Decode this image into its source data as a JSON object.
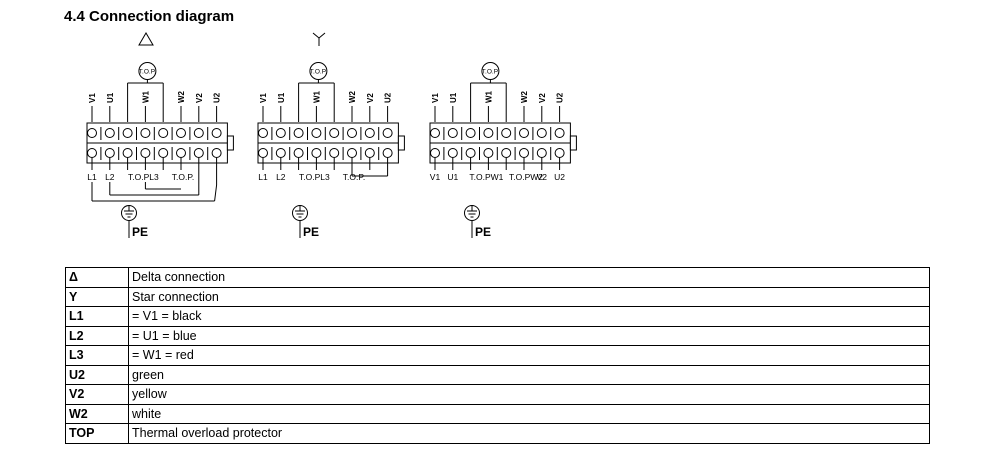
{
  "title": "4.4 Connection diagram",
  "diagrams": [
    {
      "symbol": "delta",
      "symbol_glyph": "△",
      "protector_label": "T.O.P.",
      "top_labels": [
        "V1",
        "U1",
        "W1",
        "W2",
        "V2",
        "U2"
      ],
      "bottom_labels": [
        "L1",
        "L2",
        "T.O.PL3",
        "T.O.P."
      ],
      "ground_label": "PE"
    },
    {
      "symbol": "star",
      "symbol_glyph": "⅄",
      "protector_label": "T.O.P.",
      "top_labels": [
        "V1",
        "U1",
        "W1",
        "W2",
        "V2",
        "U2"
      ],
      "bottom_labels": [
        "L1",
        "L2",
        "T.O.PL3",
        "T.O.P."
      ],
      "ground_label": "PE"
    },
    {
      "symbol": "none",
      "symbol_glyph": "",
      "protector_label": "T.O.P.",
      "top_labels": [
        "V1",
        "U1",
        "W1",
        "W2",
        "V2",
        "U2"
      ],
      "bottom_labels": [
        "V1",
        "U1",
        "T.O.PW1",
        "T.O.PW2",
        "V2",
        "U2"
      ],
      "ground_label": "PE"
    }
  ],
  "legend": [
    {
      "key": "Δ",
      "value": "Delta connection"
    },
    {
      "key": "Y",
      "value": "Star connection"
    },
    {
      "key": "L1",
      "value": "= V1 = black"
    },
    {
      "key": "L2",
      "value": "= U1 = blue"
    },
    {
      "key": "L3",
      "value": "= W1 = red"
    },
    {
      "key": "U2",
      "value": "green"
    },
    {
      "key": "V2",
      "value": "yellow"
    },
    {
      "key": "W2",
      "value": "white"
    },
    {
      "key": "TOP",
      "value": "Thermal overload protector"
    }
  ]
}
